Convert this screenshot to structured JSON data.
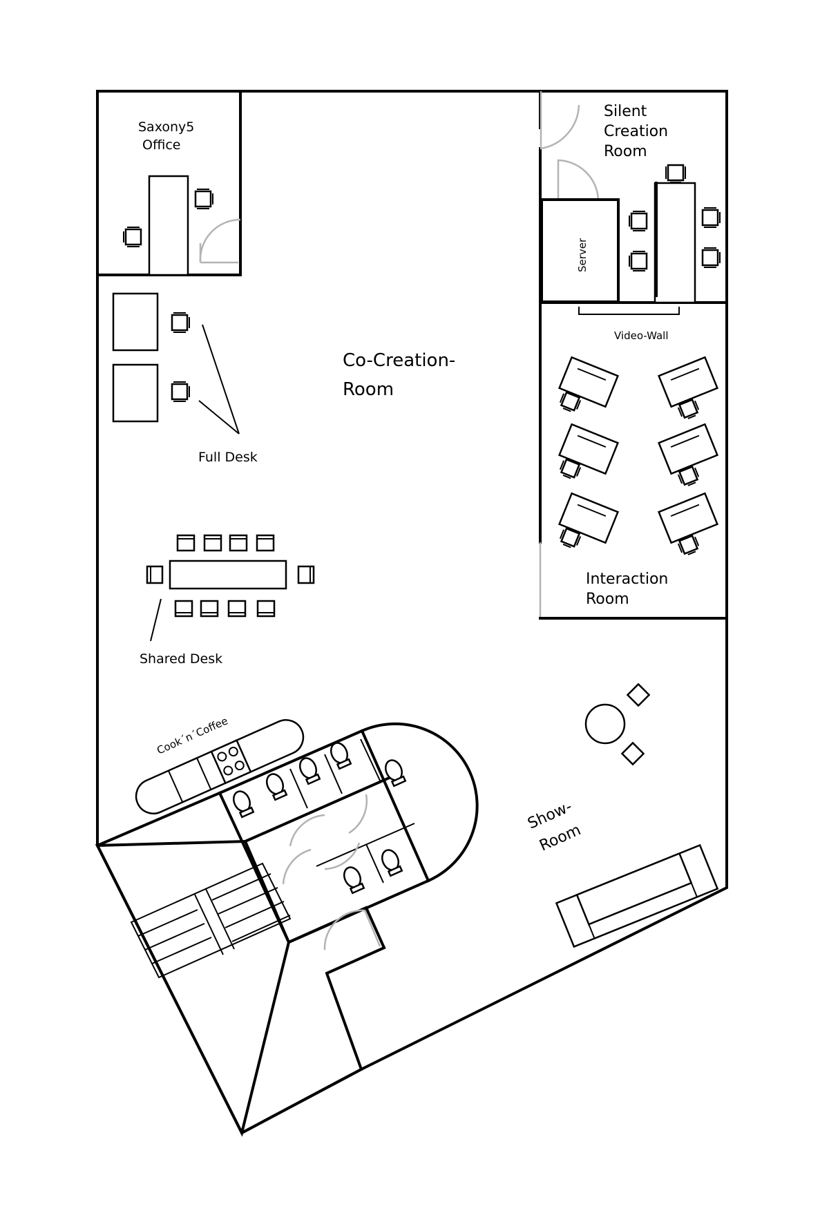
{
  "labels": {
    "saxony_office_1": "Saxony5",
    "saxony_office_2": "Office",
    "silent_1": "Silent",
    "silent_2": "Creation",
    "silent_3": "Room",
    "server": "Server",
    "video_wall": "Video-Wall",
    "cocreation_1": "Co-Creation-",
    "cocreation_2": "Room",
    "full_desk": "Full Desk",
    "shared_desk": "Shared Desk",
    "interaction_1": "Interaction",
    "interaction_2": "Room",
    "cook_coffee": "Cook´n´Coffee",
    "show_1": "Show-",
    "show_2": "Room"
  },
  "colors": {
    "wall": "#000000",
    "door": "#b3b3b3",
    "background": "#ffffff"
  }
}
